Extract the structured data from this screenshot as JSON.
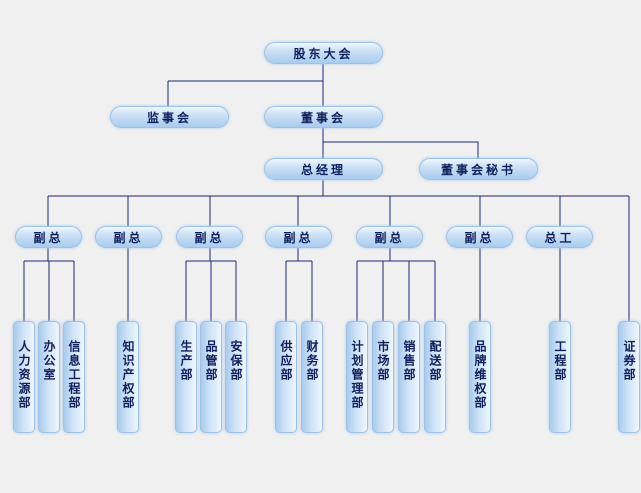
{
  "org": {
    "shareholders": "股东大会",
    "supervisors": "监事会",
    "board": "董事会",
    "gm": "总经理",
    "board_secretary": "董事会秘书",
    "vp1": "副总",
    "vp2": "副总",
    "vp3": "副总",
    "vp4": "副总",
    "vp5": "副总",
    "vp6": "副总",
    "chief_engineer": "总工",
    "dept_hr": "人力资源部",
    "dept_office": "办公室",
    "dept_it": "信息工程部",
    "dept_ip": "知识产权部",
    "dept_production": "生产部",
    "dept_quality": "品管部",
    "dept_security": "安保部",
    "dept_supply": "供应部",
    "dept_finance": "财务部",
    "dept_planning": "计划管理部",
    "dept_market": "市场部",
    "dept_sales": "销售部",
    "dept_delivery": "配送部",
    "dept_brand": "品牌维权部",
    "dept_engineering": "工程部",
    "dept_securities": "证券部"
  },
  "colors": {
    "line": "#1c2a78",
    "text": "#10205e",
    "box_light": "#eef6fd",
    "box_dark": "#a9cbee"
  }
}
